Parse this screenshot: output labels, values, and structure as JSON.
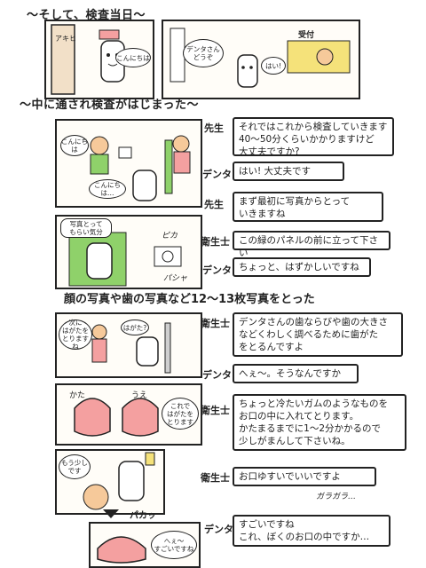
{
  "header": "～そして、検査当日～",
  "section2_header": "～中に通され検査がはじまった～",
  "mid_caption": "顔の写真や歯の写真など12～13枚写真をとった",
  "panel1": {
    "door_sign": "アキヒ",
    "bubble": "こんにちは"
  },
  "panel2": {
    "sign": "受付",
    "bubble_left": "デンタさん\nどうぞ",
    "bubble_right": "はい!"
  },
  "panel3": {
    "bubble_a": "こんにちは",
    "bubble_b": "こんにちは…"
  },
  "panel4": {
    "photo_sticker": "写真とって\nもらい気分",
    "sfx_flash": "ピカ",
    "sfx_shutter": "パシャ"
  },
  "panel5": {
    "bubble_a": "次に\nはがたを\nとりますね",
    "bubble_b": "はがた?"
  },
  "panel6": {
    "tag_left": "かた",
    "tag_right": "うえ",
    "bubble": "これで\nはがたを\nとります"
  },
  "panel7": {
    "bubble": "もう少し\nです",
    "sfx": "パカッ"
  },
  "panel8": {
    "bubble": "へぇ〜\nすごいですね"
  },
  "dialogue": [
    {
      "speaker": "先生",
      "text": "それではこれから検査していきます\n40〜50分くらいかかりますけど\n大丈夫ですか?"
    },
    {
      "speaker": "デンタ",
      "text": "はい! 大丈夫です"
    },
    {
      "speaker": "先生",
      "text": "まず最初に写真からとって\nいきますね"
    },
    {
      "speaker": "衛生士",
      "text": "この緑のパネルの前に立って下さい"
    },
    {
      "speaker": "デンタ",
      "text": "ちょっと、はずかしいですね"
    },
    {
      "speaker": "衛生士",
      "text": "デンタさんの歯ならびや歯の大きさ\nなどくわしく調べるために歯がた\nをとるんですよ"
    },
    {
      "speaker": "デンタ",
      "text": "へぇ〜。そうなんですか"
    },
    {
      "speaker": "衛生士",
      "text": "ちょっと冷たいガムのようなものを\nお口の中に入れてとります。\nかたまるまでに1〜2分かかるので\n少しがまんして下さいね。"
    },
    {
      "speaker": "衛生士",
      "text": "お口ゆすいでいいですよ"
    },
    {
      "speaker": "デンタ",
      "text": "すごいですね\nこれ、ぼくのお口の中ですか…"
    }
  ],
  "sfx_rinse": "ガラガラ…",
  "colors": {
    "tooth": "#ffffff",
    "skin": "#f6c99a",
    "green": "#8fd16a",
    "pink": "#f4a0a0",
    "yellow": "#f5e27a",
    "ink": "#222222"
  }
}
